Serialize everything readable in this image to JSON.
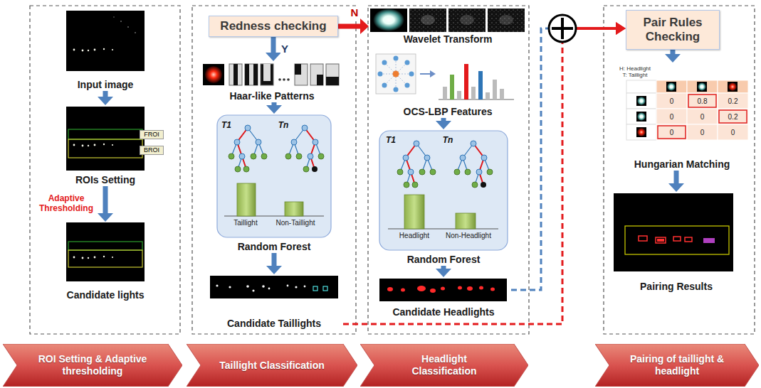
{
  "diagram": {
    "nodes": [
      {
        "text": [
          "Input image"
        ]
      },
      {
        "text": [
          "ROIs Setting"
        ]
      },
      {
        "text": [
          "Candidate lights"
        ]
      },
      {
        "text": [
          "Redness checking"
        ]
      },
      {
        "text": [
          "Haar-like Patterns"
        ]
      },
      {
        "text": [
          "Random Forest"
        ]
      },
      {
        "text": [
          "Candidate Taillights"
        ]
      },
      {
        "text": [
          "Wavelet Transform"
        ]
      },
      {
        "text": [
          "OCS-LBP Features"
        ]
      },
      {
        "text": [
          "Random Forest"
        ]
      },
      {
        "text": [
          "Candidate Headlights"
        ]
      },
      {
        "text": [
          "Pair Rules Checking"
        ]
      },
      {
        "text": [
          "Hungarian Matching"
        ]
      },
      {
        "text": [
          "Pairing Results"
        ]
      },
      {
        "text": [
          "ROI Setting & Adaptive thresholding"
        ]
      },
      {
        "text": [
          "Taillight Classification"
        ]
      },
      {
        "text": [
          "Headlight Classification"
        ]
      },
      {
        "text": [
          "Pairing of taillight & headlight"
        ]
      }
    ],
    "edges": [
      {
        "from": 0,
        "to": 1,
        "arrow": "to"
      },
      {
        "from": 1,
        "to": 2,
        "arrow": "to",
        "label": "Adaptive Thresholding"
      },
      {
        "from": 3,
        "to": 4,
        "arrow": "to",
        "label": "Y"
      },
      {
        "from": 3,
        "to": 7,
        "arrow": "to",
        "label": "N"
      },
      {
        "from": 4,
        "to": 5,
        "arrow": "to"
      },
      {
        "from": 5,
        "to": 6,
        "arrow": "to"
      },
      {
        "from": 8,
        "to": 9,
        "arrow": "to"
      },
      {
        "from": 9,
        "to": 10,
        "arrow": "to"
      },
      {
        "from": 6,
        "to": 11,
        "arrow": "to"
      },
      {
        "from": 10,
        "to": 11,
        "arrow": "to"
      },
      {
        "from": 11,
        "to": 12,
        "arrow": "to"
      },
      {
        "from": 12,
        "to": 13,
        "arrow": "to"
      }
    ],
    "labels": [
      "FROI",
      "BROI",
      "T1",
      "Tn",
      "Taillight",
      "Non-Taillight",
      "T1",
      "Tn",
      "Headlight",
      "Non-Headlight",
      "H: Headlight",
      "T: Taillight",
      "0",
      "0.8",
      "0.2",
      "0",
      "0",
      "0.2",
      "0",
      "0",
      "0"
    ]
  }
}
